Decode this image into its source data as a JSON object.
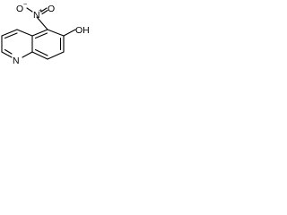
{
  "molecule": {
    "atom_labels": {
      "nitro_o_minus": "O",
      "nitro_n": "N",
      "nitro_o": "O",
      "hydroxyl": "OH",
      "ring_n": "N"
    },
    "charges": {
      "minus": "−",
      "plus": "+"
    },
    "colors": {
      "bond": "#000000",
      "text": "#000000",
      "background": "#ffffff"
    }
  }
}
